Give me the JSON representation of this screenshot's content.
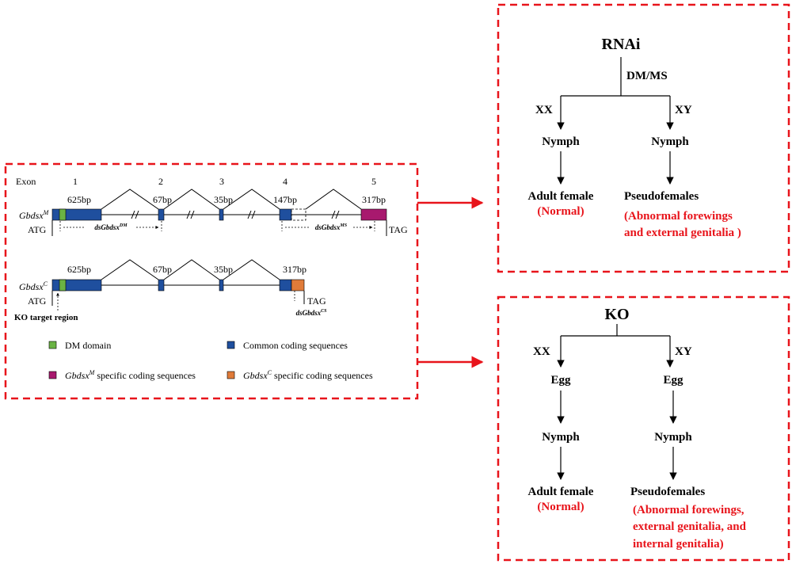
{
  "colors": {
    "frame": "#e8141b",
    "dm_domain": "#6ab344",
    "common": "#1f4f9e",
    "m_specific": "#a8196e",
    "c_specific": "#e07b39",
    "label_red": "#e8141b"
  },
  "gene": {
    "exon_label": "Exon",
    "exon_numbers": [
      "1",
      "2",
      "3",
      "4",
      "5"
    ],
    "m": {
      "name": "Gbdsx",
      "sup": "M",
      "sizes": [
        "625bp",
        "67bp",
        "35bp",
        "147bp",
        "317bp"
      ],
      "start": "ATG",
      "stop": "TAG",
      "ds1_name": "dsGbdsx",
      "ds1_sup": "DM",
      "ds2_name": "dsGbdsx",
      "ds2_sup": "MS"
    },
    "c": {
      "name": "Gbdsx",
      "sup": "C",
      "sizes": [
        "625bp",
        "67bp",
        "35bp",
        "317bp"
      ],
      "start": "ATG",
      "stop": "TAG",
      "ds_name": "dsGbdsx",
      "ds_sup": "CS",
      "ko_target": "KO target region"
    }
  },
  "legend": {
    "dm": "DM domain",
    "common": "Common coding sequences",
    "m_name": "Gbdsx",
    "m_sup": "M",
    "m_rest": " specific coding sequences",
    "c_name": "Gbdsx",
    "c_sup": "C",
    "c_rest": " specific coding sequences"
  },
  "rnai": {
    "title": "RNAi",
    "target": "DM/MS",
    "left_geno": "XX",
    "right_geno": "XY",
    "left_stage": "Nymph",
    "right_stage": "Nymph",
    "left_result": "Adult female",
    "left_note": "(Normal)",
    "right_result": "Pseudofemales",
    "right_note_1": "(Abnormal forewings",
    "right_note_2": "and external genitalia )"
  },
  "ko": {
    "title": "KO",
    "left_geno": "XX",
    "right_geno": "XY",
    "left_stage1": "Egg",
    "right_stage1": "Egg",
    "left_stage2": "Nymph",
    "right_stage2": "Nymph",
    "left_result": "Adult female",
    "left_note": "(Normal)",
    "right_result": "Pseudofemales",
    "right_note_1": "(Abnormal forewings,",
    "right_note_2": "external genitalia, and",
    "right_note_3": "internal genitalia)"
  }
}
